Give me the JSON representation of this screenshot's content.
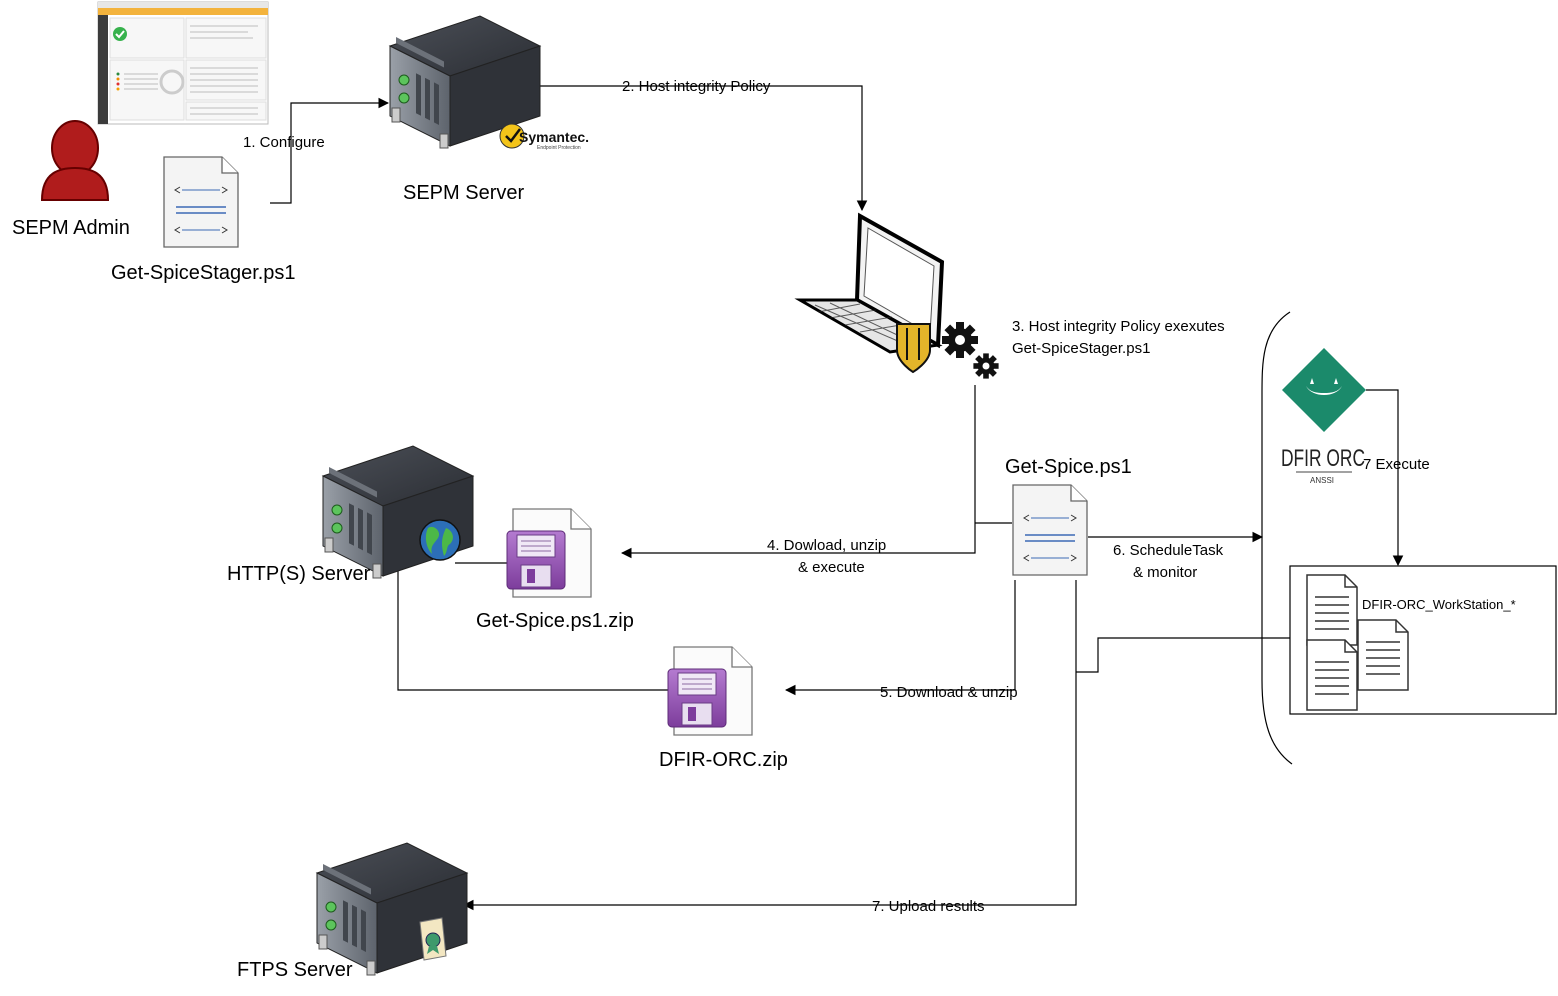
{
  "nodes": {
    "sepm_admin": "SEPM Admin",
    "stager_file": "Get-SpiceStager.ps1",
    "sepm_server": "SEPM Server",
    "symantec_brand": "Symantec.",
    "symantec_sub": "Endpoint Protection",
    "http_server": "HTTP(S) Server",
    "spice_zip": "Get-Spice.ps1.zip",
    "orc_zip": "DFIR-ORC.zip",
    "spice_script": "Get-Spice.ps1",
    "dfir_orc_logo": "DFIR ORC",
    "dfir_orc_sub": "ANSSI",
    "workstation_output": "DFIR-ORC_WorkStation_*",
    "ftps_server": "FTPS Server"
  },
  "edges": {
    "configure": "1. Configure",
    "policy": "2. Host integrity Policy",
    "exec_line1": "3. Host integrity Policy exexutes",
    "exec_line2": "Get-SpiceStager.ps1",
    "download_line1": "4. Dowload, unzip",
    "download_line2": "& execute",
    "download_orc": "5. Download & unzip",
    "schedule_line1": "6. ScheduleTask",
    "schedule_line2": "& monitor",
    "execute": "7 Execute",
    "upload": "7. Upload results"
  },
  "colors": {
    "admin_red": "#b01c1c",
    "server_dark": "#3a3d44",
    "zip_purple": "#9a59b5",
    "orc_green": "#1b8a6b",
    "shield_gold": "#e3b42a"
  }
}
